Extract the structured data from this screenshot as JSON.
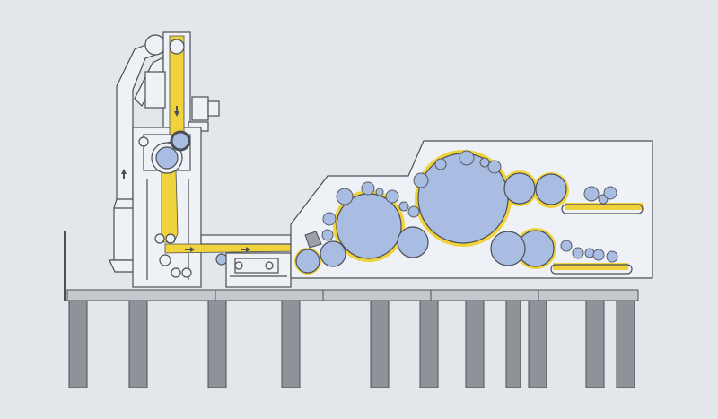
{
  "diagram": {
    "kind": "carding machine with chute feed, side elevation",
    "colors": {
      "background": "#e4e7ea",
      "machine_fill": "#eef1f6",
      "outline": "#4a4f55",
      "roller": "#a9bde2",
      "fibre_flow": "#f0d23c",
      "leg_fill": "#8e9399"
    },
    "components": {
      "chute_feed": "chute-feed",
      "feed_table": "feed-table",
      "card_body": "card-body",
      "stand_frame": "stand-frame"
    },
    "flow_arrows": [
      "up",
      "down",
      "right",
      "right"
    ]
  }
}
